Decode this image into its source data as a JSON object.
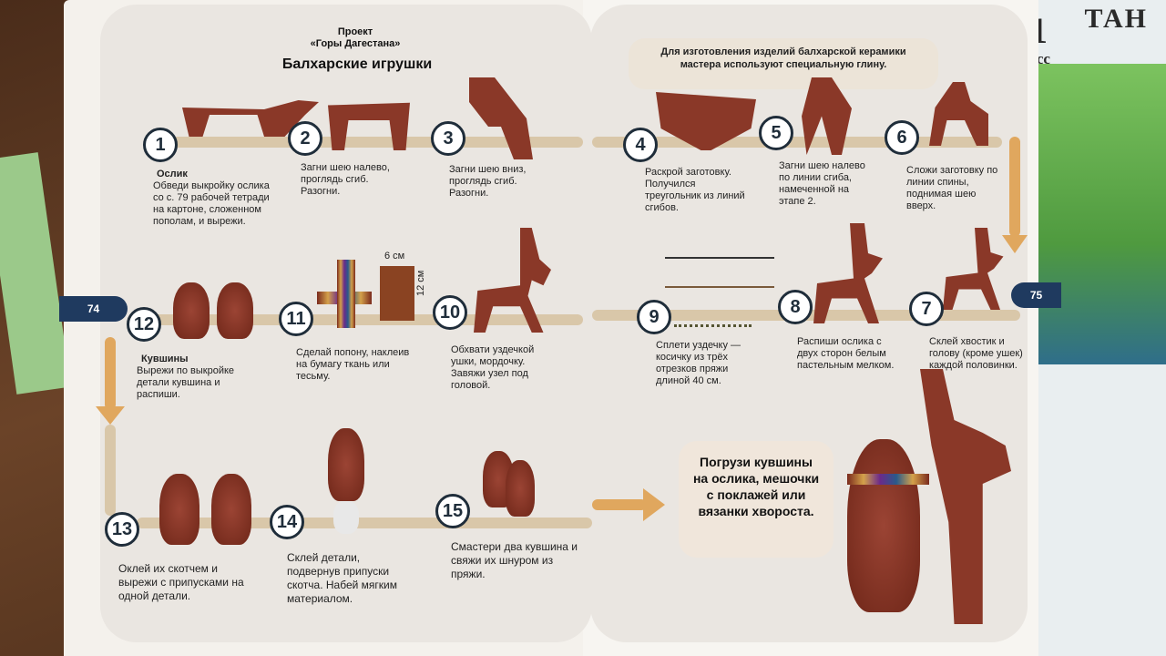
{
  "left_page": {
    "project_label": "Проект",
    "project_name": "«Горы Дагестана»",
    "title": "Балхарские игрушки",
    "page_number": "74",
    "steps": [
      {
        "num": "1",
        "heading": "Ослик",
        "text": "Обведи выкройку ослика со с. 79 рабочей тетради на картоне, сложенном пополам, и вырежи."
      },
      {
        "num": "2",
        "text": "Загни шею налево, проглядь сгиб. Разогни."
      },
      {
        "num": "3",
        "text": "Загни шею вниз, проглядь сгиб. Разогни."
      },
      {
        "num": "10",
        "text": "Обхвати уздечкой ушки, мордочку. Завяжи узел под головой."
      },
      {
        "num": "11",
        "text": "Сделай попону, наклеив на бумагу ткань или тесьму."
      },
      {
        "num": "12",
        "heading": "Кувшины",
        "text": "Вырежи по выкройке детали кувшина и распиши."
      },
      {
        "num": "13",
        "text": "Оклей их скотчем и вырежи с припусками на одной детали."
      },
      {
        "num": "14",
        "text": "Склей детали, подвернув припуски скотча. Набей мягким материалом."
      },
      {
        "num": "15",
        "text": "Смастери два кувшина и свяжи их шнуром из пряжи."
      }
    ],
    "dim_width": "6 см",
    "dim_height": "12 см"
  },
  "right_page": {
    "page_number": "75",
    "intro": "Для изготовления изделий балхарской керамики мастера используют специальную глину.",
    "steps": [
      {
        "num": "4",
        "text": "Раскрой заготовку. Получился треугольник из линий сгибов."
      },
      {
        "num": "5",
        "text": "Загни шею налево по линии сгиба, намеченной на этапе 2."
      },
      {
        "num": "6",
        "text": "Сложи заготовку по линии спины, поднимая шею вверх."
      },
      {
        "num": "7",
        "text": "Склей хвостик и голову (кроме ушек) каждой половинки."
      },
      {
        "num": "8",
        "text": "Распиши ослика с двух сторон белым пастельным мелком."
      },
      {
        "num": "9",
        "text": "Сплети уздечку — косичку из трёх отрезков пряжи длиной 40 см."
      }
    ],
    "final": "Погрузи кувшины на ослика, мешочки с поклажей или вязанки хвороста."
  },
  "background_book": {
    "title": "ТАН",
    "number": "1",
    "class_label": "класс"
  }
}
